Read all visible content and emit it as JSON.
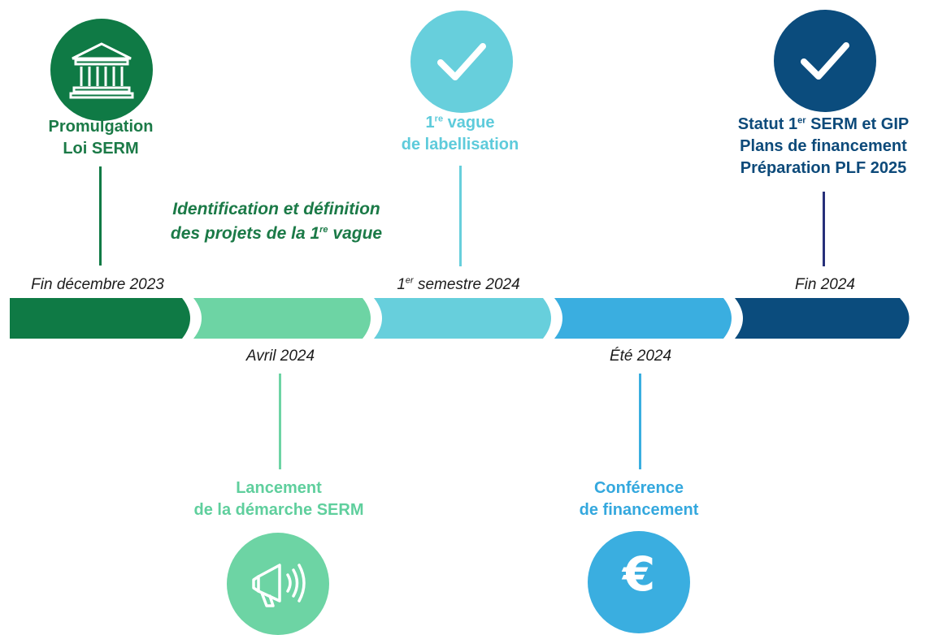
{
  "colors": {
    "dark_green": "#0f7a45",
    "light_green": "#6dd4a4",
    "turquoise": "#67cfdc",
    "sky_blue": "#3aaee0",
    "navy": "#0b4c7d",
    "label_dark_green": "#1b7a47",
    "label_light_green": "#5fcf9d",
    "label_turquoise": "#5ecbdb",
    "label_sky_blue": "#34a8de",
    "label_navy": "#0d4a7a",
    "connector_navy": "#27307a"
  },
  "milestones_top": [
    {
      "id": "promulgation",
      "icon": "courthouse-icon",
      "title_line1": "Promulgation",
      "title_line2": "Loi SERM",
      "date": "Fin décembre 2023"
    },
    {
      "id": "first-wave",
      "icon": "checkmark-icon",
      "title_line1_sup": "re",
      "title_line1_pre": "1",
      "title_line1_post": " vague",
      "title_line2": "de labellisation",
      "date_pre": "1",
      "date_sup": "er",
      "date_post": " semestre 2024"
    },
    {
      "id": "status",
      "icon": "checkmark-icon",
      "title_line1_pre": "Statut 1",
      "title_line1_sup": "er",
      "title_line1_post": " SERM et GIP",
      "title_line2": "Plans de financement",
      "title_line3": "Préparation PLF 2025",
      "date": "Fin 2024"
    }
  ],
  "milestones_bottom": [
    {
      "id": "launch",
      "icon": "megaphone-icon",
      "date": "Avril 2024",
      "title_line1": "Lancement",
      "title_line2": "de la démarche SERM"
    },
    {
      "id": "conference",
      "icon": "euro-icon",
      "date": "Été 2024",
      "title_line1": "Conférence",
      "title_line2": "de financement"
    }
  ],
  "phase_note": {
    "line1": "Identification et définition",
    "line2_pre": "des projets de la 1",
    "line2_sup": "re",
    "line2_post": " vague"
  },
  "euro_symbol": "€"
}
